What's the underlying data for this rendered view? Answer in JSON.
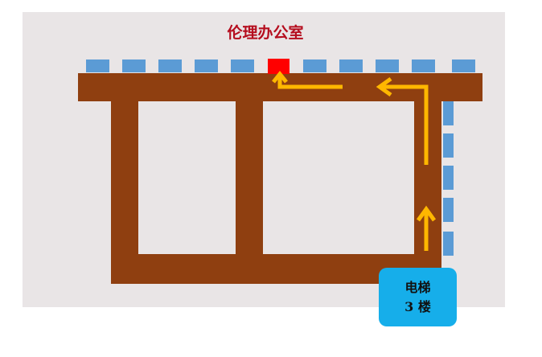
{
  "title": "伦理办公室",
  "elevator": {
    "line1": "电梯",
    "line2": "3 楼"
  },
  "colors": {
    "background": "#e9e5e6",
    "corridor": "#8f3f10",
    "window": "#5b9bd5",
    "destination": "#ff0000",
    "arrow": "#ffb700",
    "elevator": "#16aeea",
    "title": "#b50d1e"
  }
}
